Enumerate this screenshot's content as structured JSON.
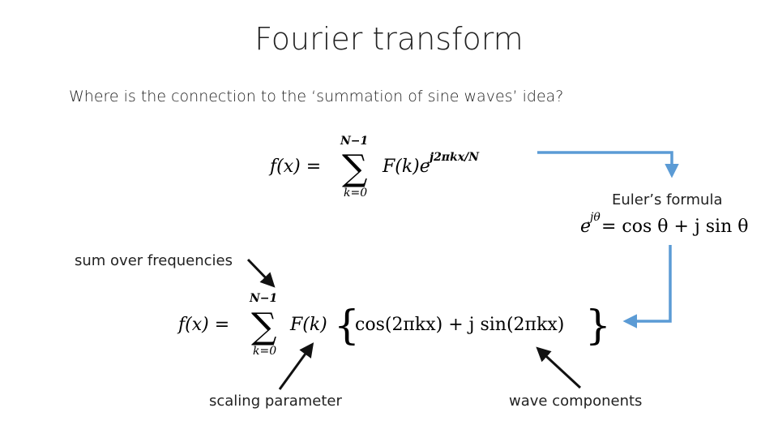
{
  "slide": {
    "title": "Fourier transform",
    "question": "Where is the connection to the ‘summation of sine waves’ idea?"
  },
  "equations": {
    "eq1": {
      "lhs": "f(x) = ",
      "sum_upper": "N−1",
      "sum_lower": "k=0",
      "sum_symbol": "∑",
      "term": "F(k)e",
      "exponent": "j2πkx/N"
    },
    "euler": {
      "caption": "Euler’s formula",
      "base": "e",
      "exponent": "jθ",
      "rhs": " = cos θ + j sin θ"
    },
    "eq2": {
      "lhs": "f(x) = ",
      "sum_upper": "N−1",
      "sum_lower": "k=0",
      "sum_symbol": "∑",
      "term": "F(k)",
      "left_brace": "{",
      "body": "cos(2πkx) + j sin(2πkx)",
      "right_brace": "}"
    }
  },
  "annotations": {
    "sum_over_frequencies": "sum over frequencies",
    "scaling_parameter": "scaling parameter",
    "wave_components": "wave components"
  },
  "colors": {
    "connector": "#5b9bd5",
    "arrow": "#111111"
  }
}
